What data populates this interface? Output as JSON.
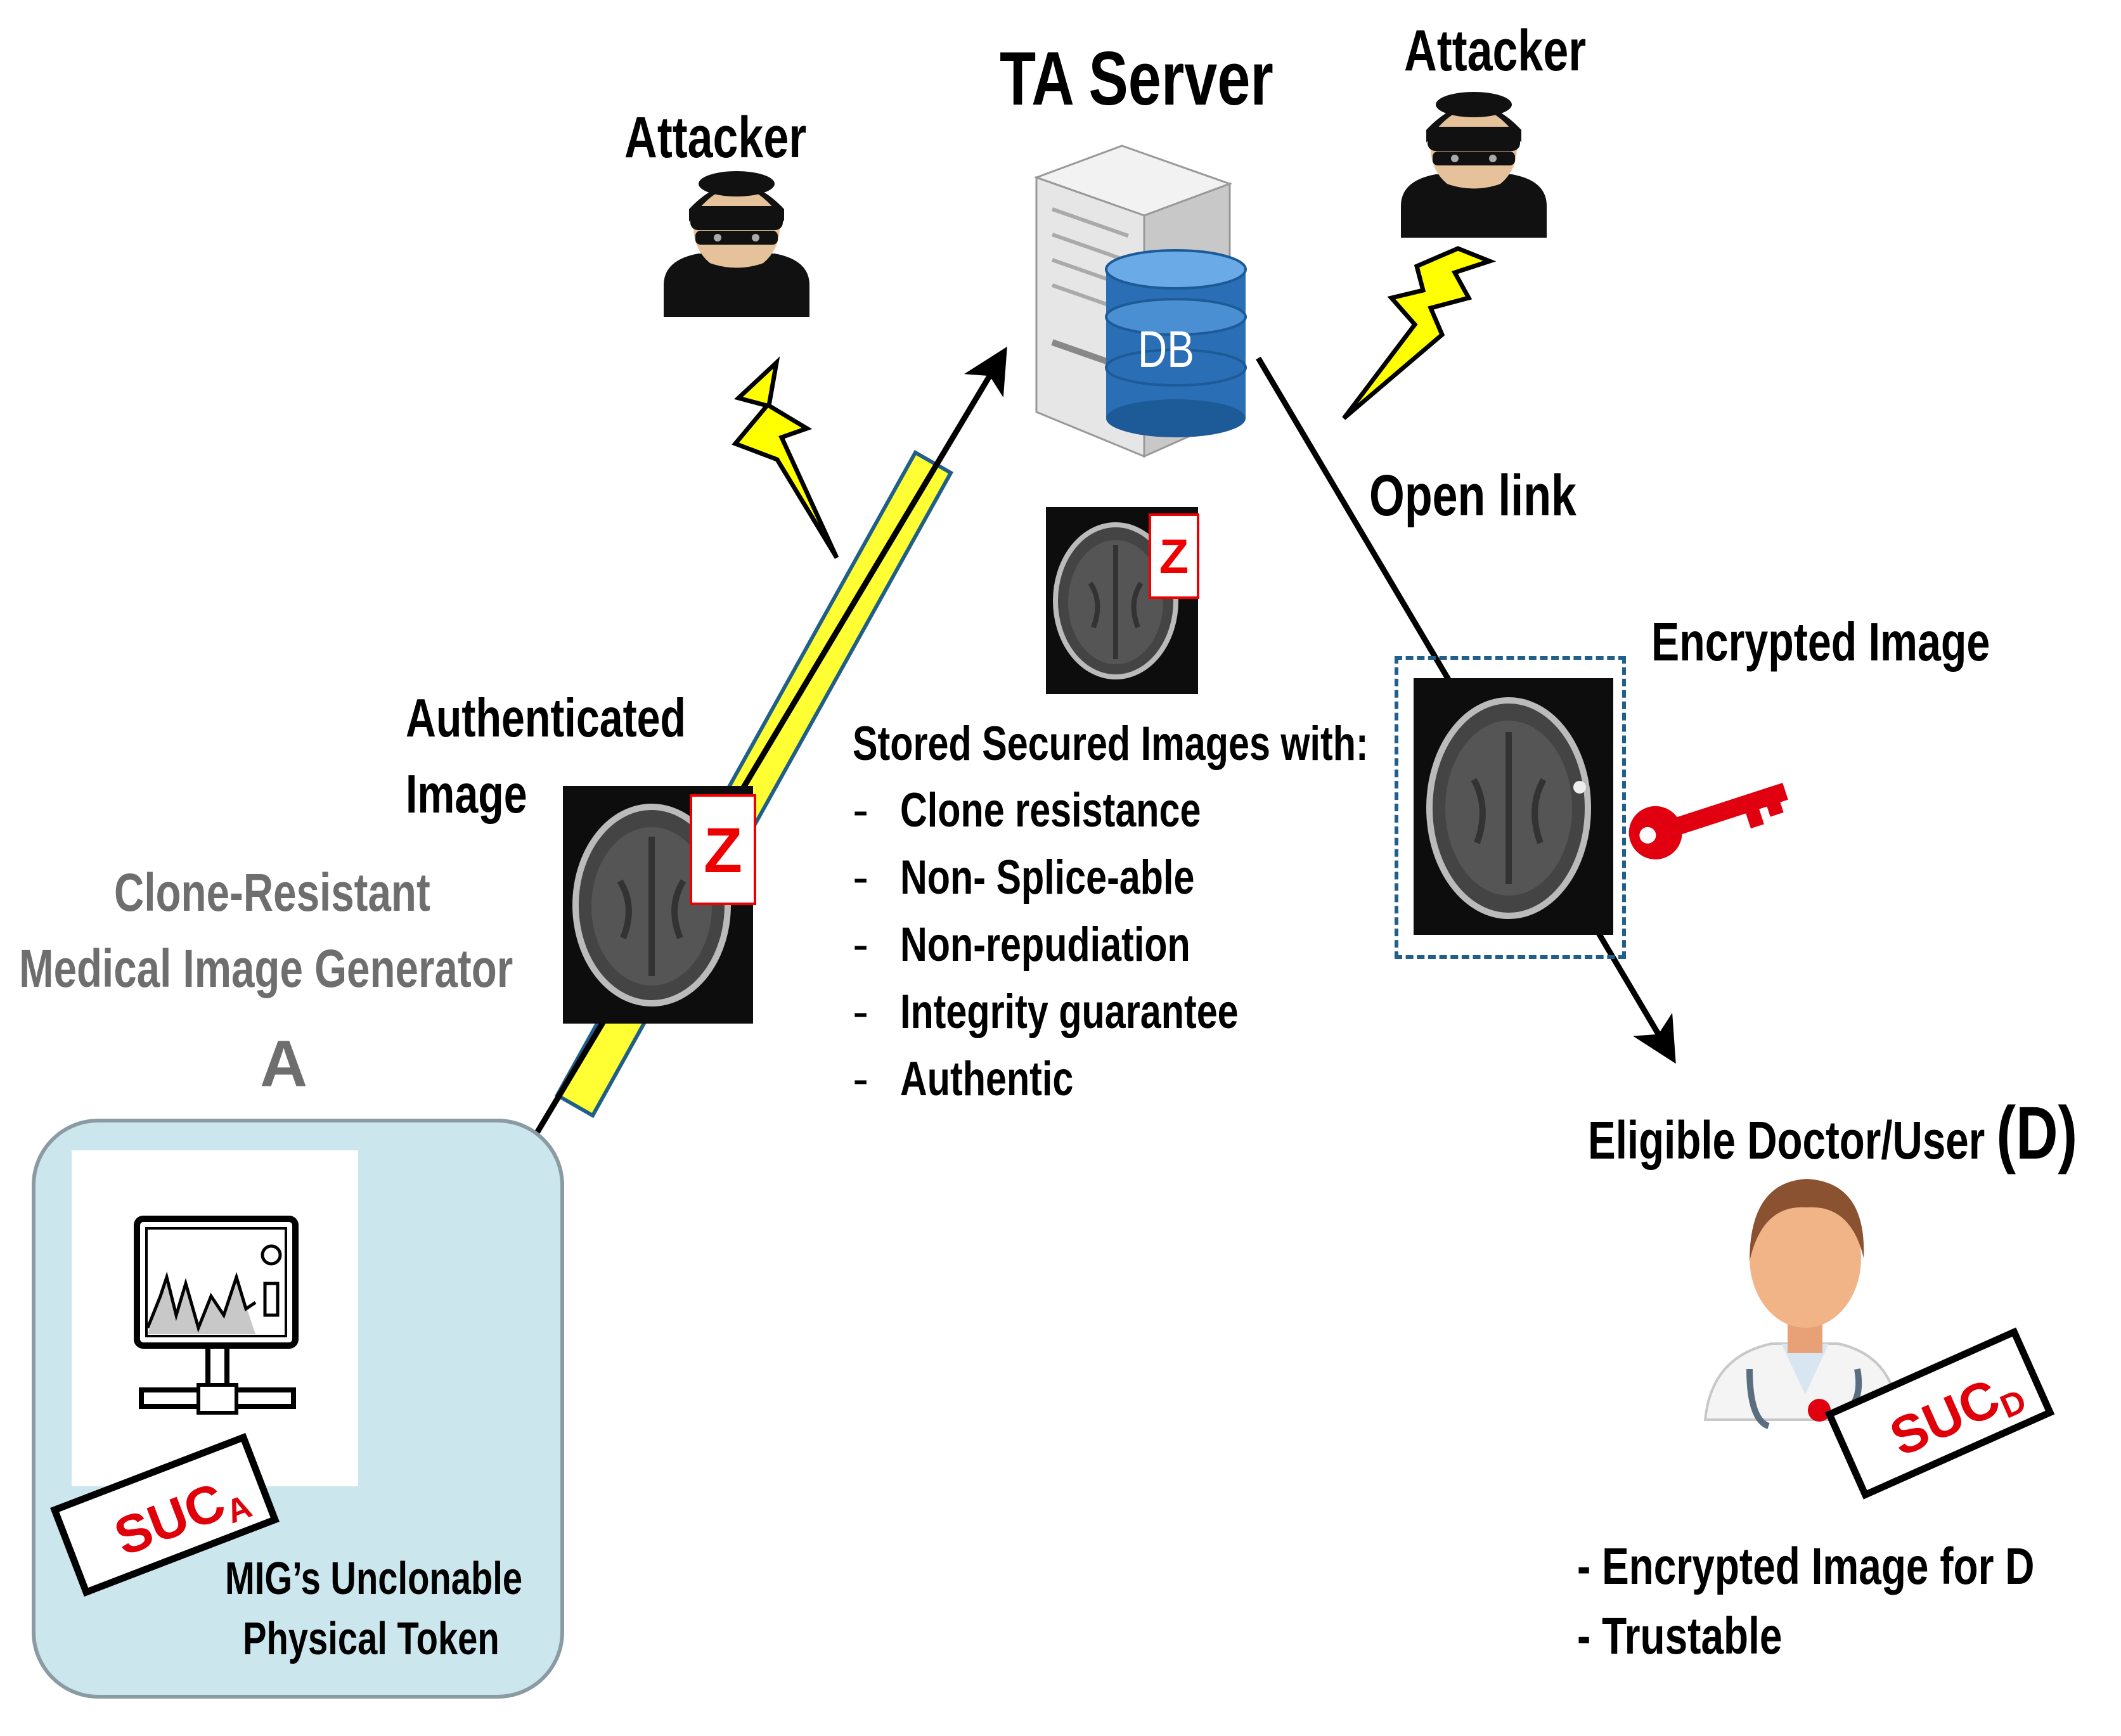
{
  "labels": {
    "ta_server": "TA Server",
    "attacker_left": "Attacker",
    "attacker_right": "Attacker",
    "db": "DB",
    "open_link": "Open link",
    "encrypted_image": "Encrypted Image",
    "authenticated_image_line1": "Authenticated",
    "authenticated_image_line2": "Image",
    "generator_line1": "Clone-Resistant",
    "generator_line2": "Medical Image Generator",
    "generator_letter": "A",
    "stored_title": "Stored Secured Images with:",
    "doctor_title": "Eligible Doctor/User",
    "doctor_letter": "(D)",
    "token_line1": "MIG’s Unclonable",
    "token_line2": "Physical Token",
    "z_mark": "Z"
  },
  "stored_properties": [
    {
      "dash": "-",
      "text": "Clone resistance"
    },
    {
      "dash": "-",
      "text": "Non- Splice-able"
    },
    {
      "dash": "-",
      "text": "Non-repudiation"
    },
    {
      "dash": "-",
      "text": "Integrity guarantee"
    },
    {
      "dash": "-",
      "text": "Authentic"
    }
  ],
  "doctor_properties": [
    "- Encrypted Image for D",
    "- Trustable"
  ],
  "suc_tags": {
    "a": {
      "main": "SUC",
      "sub": "A"
    },
    "d": {
      "main": "SUC",
      "sub": "D"
    }
  },
  "colors": {
    "tag_text": "#e0000a",
    "lightning": "#ffff00",
    "channel_fill": "#ffff33",
    "channel_border": "#1f5f8a",
    "mig_box": "#cce6ee",
    "db_cylinder": "#2a6fb5",
    "key": "#e00010"
  },
  "icons": [
    "server-icon",
    "database-icon",
    "attacker-icon",
    "lightning-icon",
    "key-icon",
    "doctor-icon",
    "monitor-icon",
    "brain-scan-image"
  ]
}
